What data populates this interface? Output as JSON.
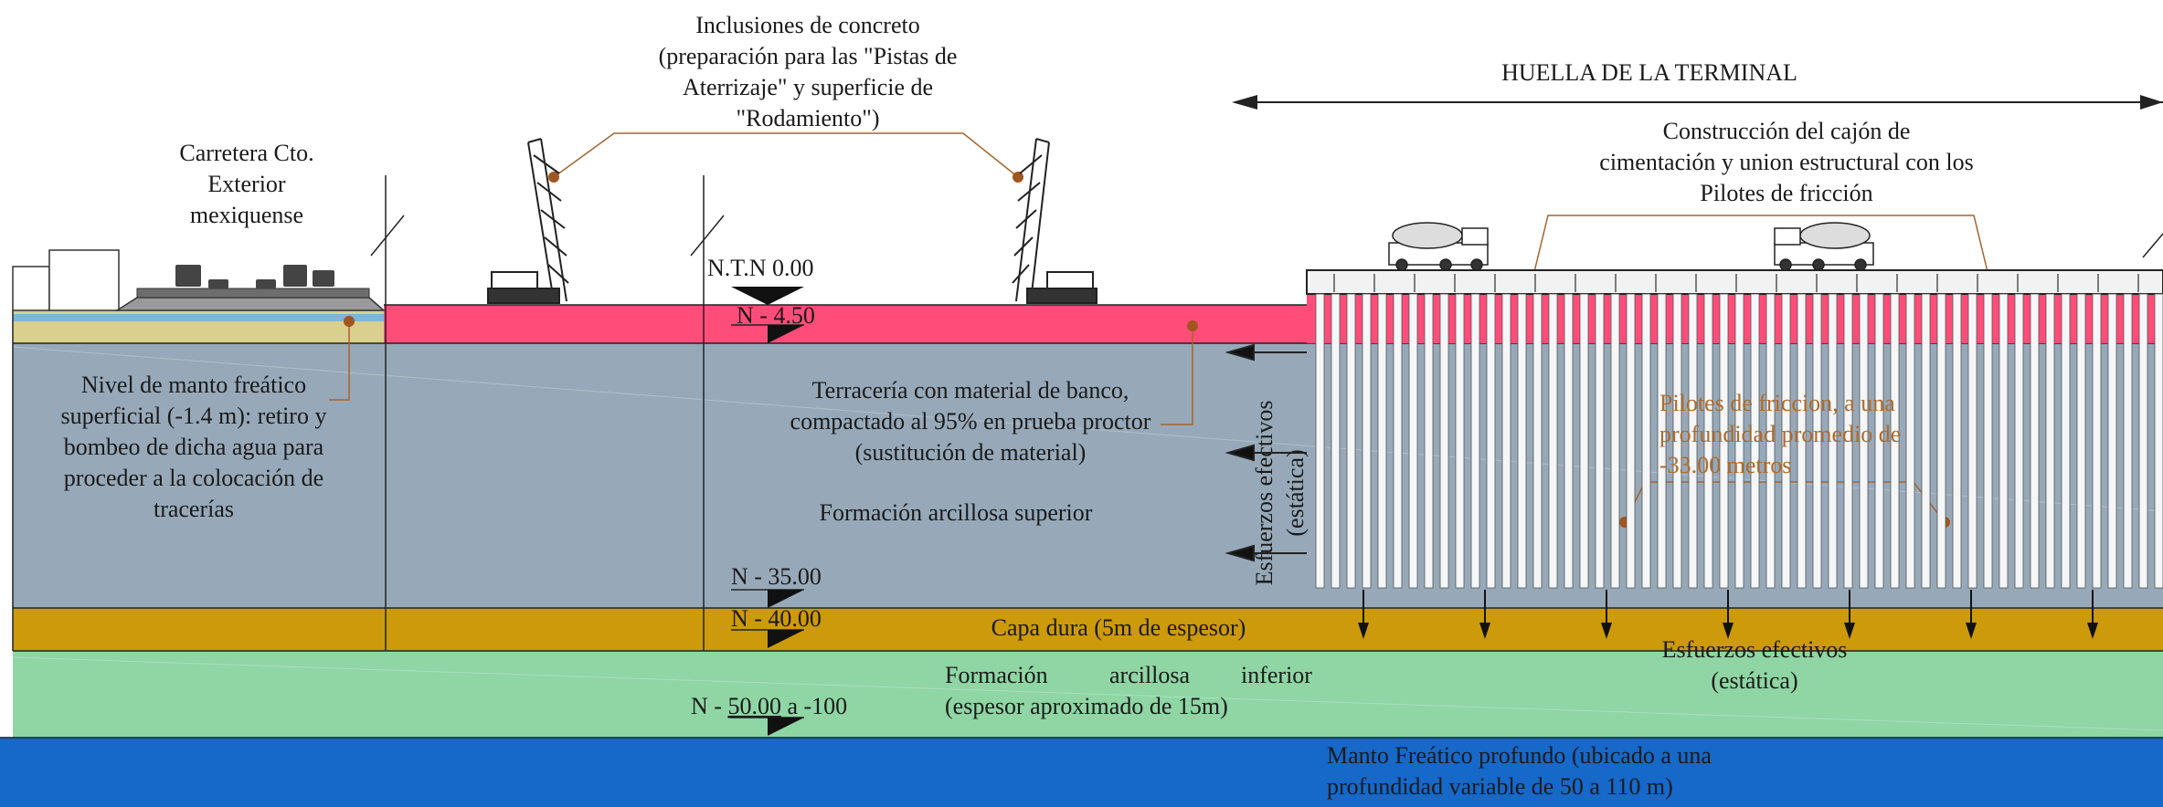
{
  "colors": {
    "fill_layer": "#ff4d7a",
    "upper_clay": "#97a9b9",
    "hard_layer": "#cc9a0a",
    "lower_clay": "#8fd6a4",
    "water_table": "#1668c9",
    "road_base": "#d8d08c",
    "leader": "#a5652e",
    "leader_dot": "#a0561f"
  },
  "labels": {
    "inclusions": [
      "Inclusiones de concreto",
      "(preparación para las \"Pistas de",
      "Aterrizaje\" y superficie de",
      "\"Rodamiento\")"
    ],
    "terminal_footprint": "HUELLA DE LA TERMINAL",
    "road": [
      "Carretera Cto.",
      "Exterior",
      "mexiquense"
    ],
    "caisson": [
      "Construcción del cajón de",
      "cimentación y union  estructural con los",
      "Pilotes de fricción"
    ],
    "ntn": "N.T.N 0.00",
    "n_450": "N - 4.50",
    "water_table_shallow": [
      "Nivel de manto freático",
      "superficial (-1.4 m): retiro y",
      "bombeo de dicha agua para",
      "proceder a  la colocación de",
      "tracerías"
    ],
    "fill": [
      "Terracería con material de banco,",
      "compactado al 95% en prueba proctor",
      "(sustitución de material)"
    ],
    "upper_clay": "Formación arcillosa superior",
    "n_3500": "N - 35.00",
    "n_4000": "N - 40.00",
    "hard_layer": "Capa dura (5m de espesor)",
    "lower_clay_line1": [
      "Formación",
      "arcillosa",
      "inferior"
    ],
    "lower_clay_line2": "(espesor aproximado de 15m)",
    "n_5000_num": "50.00",
    "n_5000_prefix": "N - ",
    "n_5000_suffix": " a -100",
    "deep_water": [
      "Manto Freático profundo (ubicado a una",
      "profundidad variable de 50 a 110 m)"
    ],
    "effective_stress_side": [
      "Esfuerzos efectivos",
      "(estática)"
    ],
    "effective_stress_bottom": [
      "Esfuerzos efectivos",
      "(estática)"
    ],
    "piles": [
      "Pilotes de friccion, a una",
      "profundidad promedio de",
      "-33.00 metros"
    ]
  },
  "icons": {
    "rigs": "drill-rig-icon",
    "trucks": "concrete-mixer-truck-icon",
    "vehicles": "car-icon",
    "elevation": "elevation-marker-icon"
  }
}
